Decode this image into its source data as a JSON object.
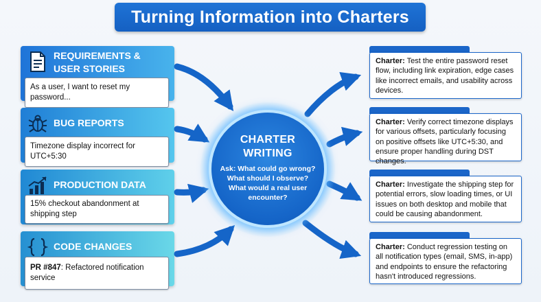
{
  "title": "Turning Information into Charters",
  "sources": [
    {
      "label": "REQUIREMENTS & USER STORIES",
      "icon": "document-icon",
      "example": "As a user, I want to reset my password..."
    },
    {
      "label": "BUG REPORTS",
      "icon": "bug-icon",
      "example": "Timezone display incorrect for UTC+5:30"
    },
    {
      "label": "PRODUCTION DATA",
      "icon": "growth-chart-icon",
      "example": "15% checkout abandonment at shipping step"
    },
    {
      "label": "CODE CHANGES",
      "icon": "curly-braces-icon",
      "example_prefix": "PR #847",
      "example": ": Refactored notification service"
    }
  ],
  "center": {
    "title": "CHARTER\nWRITING",
    "questions": "Ask: What could go wrong?\nWhat should I observe?\nWhat would a real user\nencounter?"
  },
  "charters": [
    {
      "prefix": "Charter:",
      "text": " Test the entire password reset flow, including link expiration, edge cases like incorrect emails, and usability across devices."
    },
    {
      "prefix": "Charter:",
      "text": " Verify correct timezone displays for various offsets, particularly focusing on positive offsets like UTC+5:30, and ensure proper handling during DST changes."
    },
    {
      "prefix": "Charter:",
      "text": " Investigate the shipping step for potential errors, slow loading times, or UI issues on both desktop and mobile that could be causing abandonment."
    },
    {
      "prefix": "Charter:",
      "text": " Conduct regression testing on all notification types (email, SMS, in-app) and endpoints to ensure the refactoring hasn't introduced regressions."
    }
  ],
  "colors": {
    "title_bg": "#1e73d6",
    "header_gradient_start": "#1f74d8",
    "header_gradient_end": "#5ad1ef",
    "center_fill": "#1565c8",
    "center_ring": "#bfe6ff",
    "arrow": "#1565c8",
    "charter_border": "#1b66c9"
  }
}
